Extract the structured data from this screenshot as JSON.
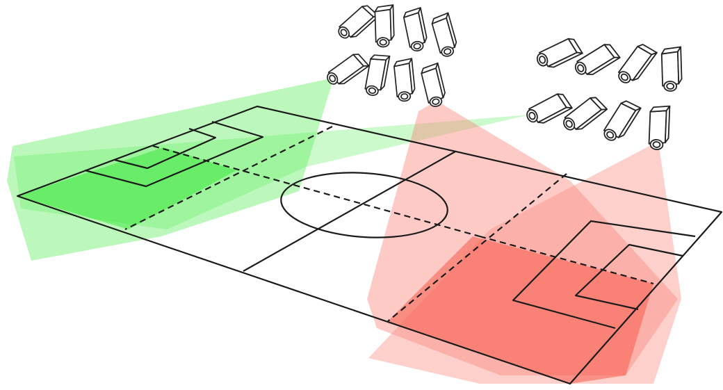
{
  "colors": {
    "background": "#ffffff",
    "line": "#1a1a1a",
    "left_coverage": "#5fef5f",
    "left_highlight": "#3ee63e",
    "right_coverage": "#fb8a80",
    "right_highlight": "#f85b4a"
  },
  "camera_groups": [
    {
      "id": "left-camera-group",
      "count": 8,
      "coverage_color": "left_coverage"
    },
    {
      "id": "right-camera-group",
      "count": 8,
      "coverage_color": "right_coverage"
    }
  ],
  "icons": [
    "camera-icon"
  ]
}
